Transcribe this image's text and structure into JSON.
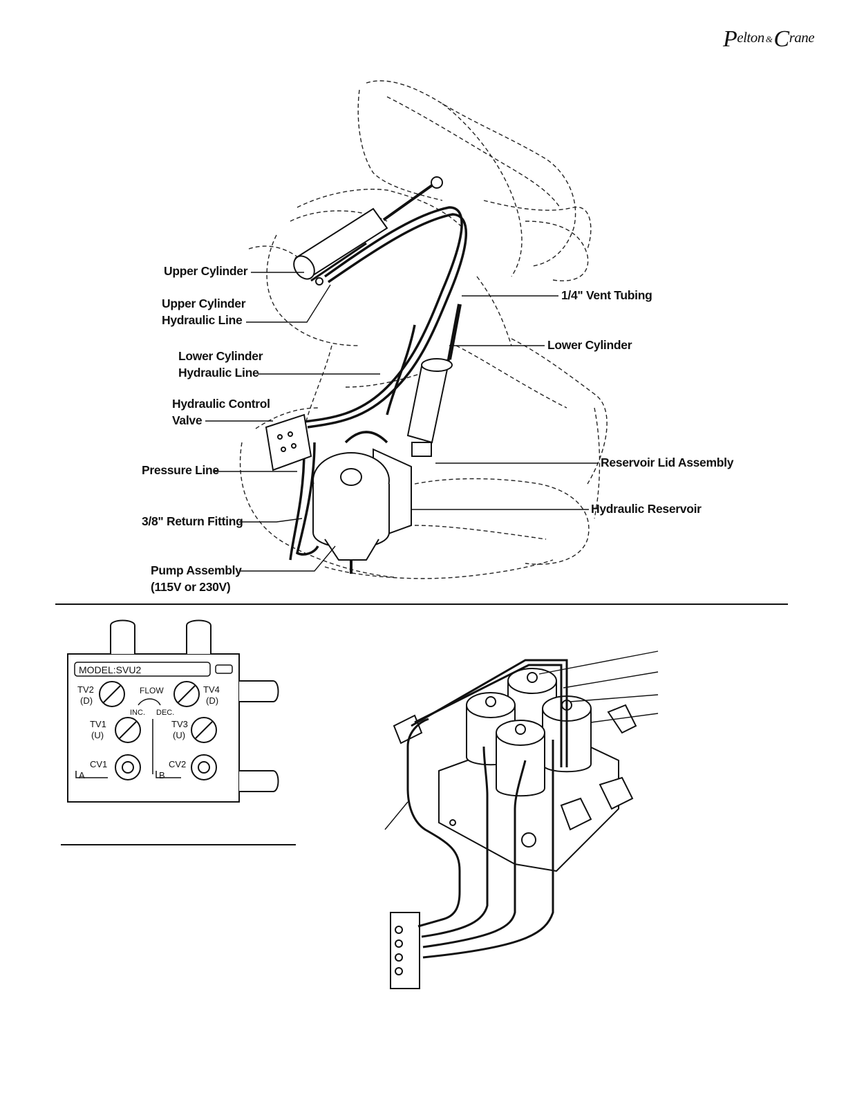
{
  "brand": {
    "logo_initial_1": "P",
    "logo_rest_1": "elton",
    "logo_amp": "&",
    "logo_initial_2": "C",
    "logo_rest_2": "rane"
  },
  "callouts": {
    "upper_cylinder": "Upper Cylinder",
    "upper_cylinder_line_1": "Upper Cylinder",
    "upper_cylinder_line_2": "Hydraulic Line",
    "lower_cylinder_line_1": "Lower Cylinder",
    "lower_cylinder_line_2": "Hydraulic Line",
    "control_valve_1": "Hydraulic Control",
    "control_valve_2": "Valve",
    "pressure_line": "Pressure Line",
    "return_fitting": "3/8\" Return Fitting",
    "pump_assembly_1": "Pump Assembly",
    "pump_assembly_2": "(115V or 230V)",
    "vent_tubing": "1/4\" Vent Tubing",
    "lower_cylinder": "Lower Cylinder",
    "reservoir_lid": "Reservoir Lid Assembly",
    "hydraulic_reservoir": "Hydraulic Reservoir"
  },
  "valve_panel": {
    "model": "MODEL:SVU2",
    "flow": "FLOW",
    "inc": "INC.",
    "dec": "DEC.",
    "tv2": "TV2",
    "tv2_sub": "(D)",
    "tv4": "TV4",
    "tv4_sub": "(D)",
    "tv1": "TV1",
    "tv1_sub": "(U)",
    "tv3": "TV3",
    "tv3_sub": "(U)",
    "cv1": "CV1",
    "cv2": "CV2",
    "port_a": "A",
    "port_b": "B"
  }
}
